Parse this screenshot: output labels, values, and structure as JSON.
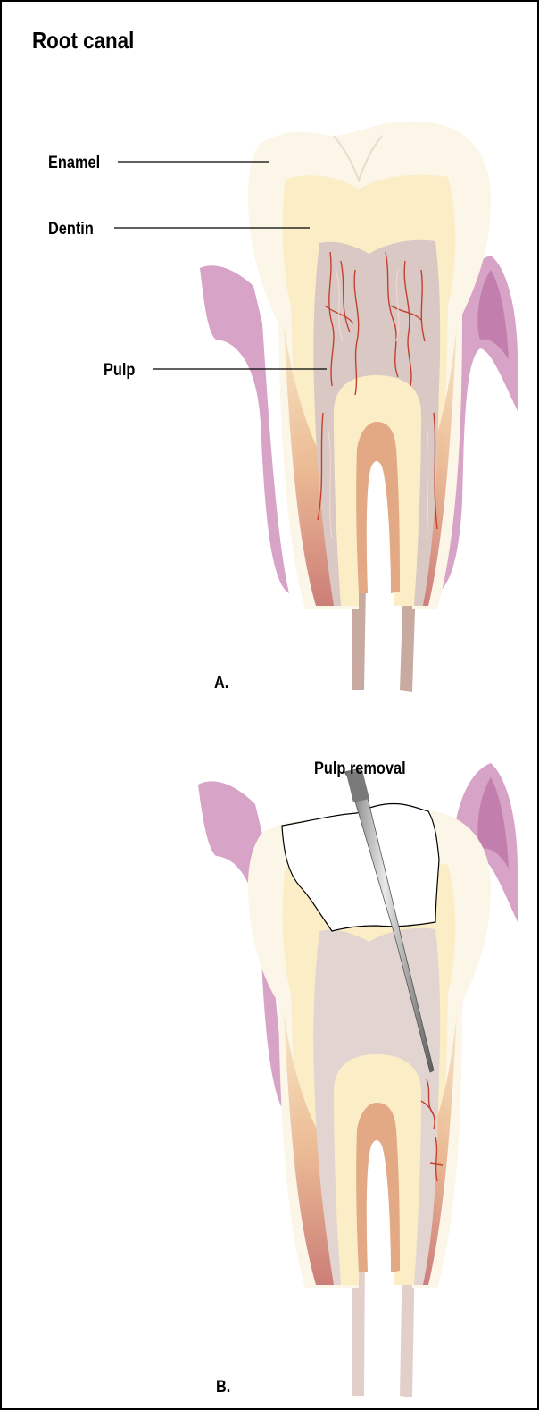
{
  "title": "Root canal",
  "labels": {
    "enamel": "Enamel",
    "dentin": "Dentin",
    "pulp": "Pulp",
    "panel_a": "A.",
    "pulp_removal": "Pulp removal",
    "panel_b": "B."
  },
  "colors": {
    "gum": "#d7a3c6",
    "gum_dark": "#c27fae",
    "enamel": "#fbf6e8",
    "dentin": "#fbeec6",
    "pulp": "#d9c8c3",
    "vessel": "#c4402e",
    "root_core": "#e3a884",
    "nerve": "#c9aaa0",
    "instrument": "#8e8e8e"
  },
  "icons": {
    "instrument": "endodontic-file-icon"
  }
}
